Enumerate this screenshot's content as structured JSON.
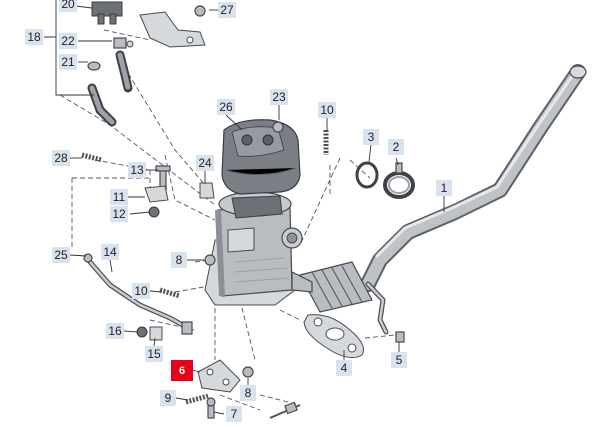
{
  "labels": [
    {
      "id": "20",
      "text": "20"
    },
    {
      "id": "27",
      "text": "27"
    },
    {
      "id": "18",
      "text": "18"
    },
    {
      "id": "22",
      "text": "22"
    },
    {
      "id": "21",
      "text": "21"
    },
    {
      "id": "26",
      "text": "26"
    },
    {
      "id": "23",
      "text": "23"
    },
    {
      "id": "10a",
      "text": "10"
    },
    {
      "id": "3",
      "text": "3"
    },
    {
      "id": "2",
      "text": "2"
    },
    {
      "id": "28",
      "text": "28"
    },
    {
      "id": "13",
      "text": "13"
    },
    {
      "id": "24",
      "text": "24"
    },
    {
      "id": "1",
      "text": "1"
    },
    {
      "id": "11",
      "text": "11"
    },
    {
      "id": "12",
      "text": "12"
    },
    {
      "id": "25",
      "text": "25"
    },
    {
      "id": "14",
      "text": "14"
    },
    {
      "id": "8a",
      "text": "8"
    },
    {
      "id": "10b",
      "text": "10"
    },
    {
      "id": "16",
      "text": "16"
    },
    {
      "id": "15",
      "text": "15"
    },
    {
      "id": "5",
      "text": "5"
    },
    {
      "id": "4",
      "text": "4"
    },
    {
      "id": "6",
      "text": "6"
    },
    {
      "id": "8b",
      "text": "8"
    },
    {
      "id": "9",
      "text": "9"
    },
    {
      "id": "7",
      "text": "7"
    }
  ],
  "colors": {
    "label_bg": "#d9e3f0",
    "highlight": "#e8001c"
  }
}
